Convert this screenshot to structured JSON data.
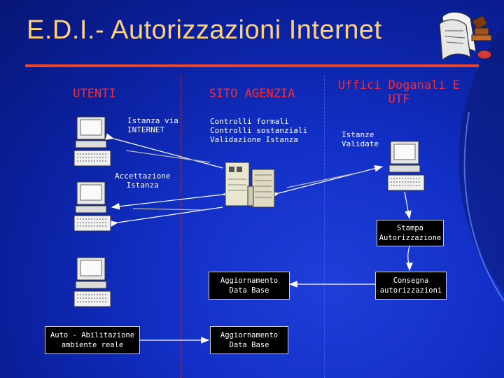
{
  "title": "E.D.I.- Autorizzazioni Internet",
  "columns": {
    "utenti": "UTENTI",
    "sito_agenzia": "SITO AGENZIA",
    "uffici_line1": "Uffici Doganali E",
    "uffici_line2": "UTF"
  },
  "labels": {
    "istanza_via_internet_1": "Istanza via",
    "istanza_via_internet_2": "INTERNET",
    "controlli_1": "Controlli formali",
    "controlli_2": "Controlli sostanziali",
    "controlli_3": "Validazione Istanza",
    "istanze_validate_1": "Istanze",
    "istanze_validate_2": "Validate",
    "accettazione_1": "Accettazione",
    "accettazione_2": "Istanza"
  },
  "boxes": {
    "stampa_1": "Stampa",
    "stampa_2": "Autorizzazione",
    "aggiornamento_1a": "Aggiornamento",
    "aggiornamento_1b": "Data Base",
    "consegna_1": "Consegna",
    "consegna_2": "autorizzazioni",
    "auto_1": "Auto - Abilitazione",
    "auto_2": "ambiente reale",
    "aggiornamento_2a": "Aggiornamento",
    "aggiornamento_2b": "Data Base"
  },
  "colors": {
    "title": "#ffd27a",
    "title_rule": "#e8472b",
    "column_heading": "#ff2b2b",
    "divider": "#c0392b"
  }
}
